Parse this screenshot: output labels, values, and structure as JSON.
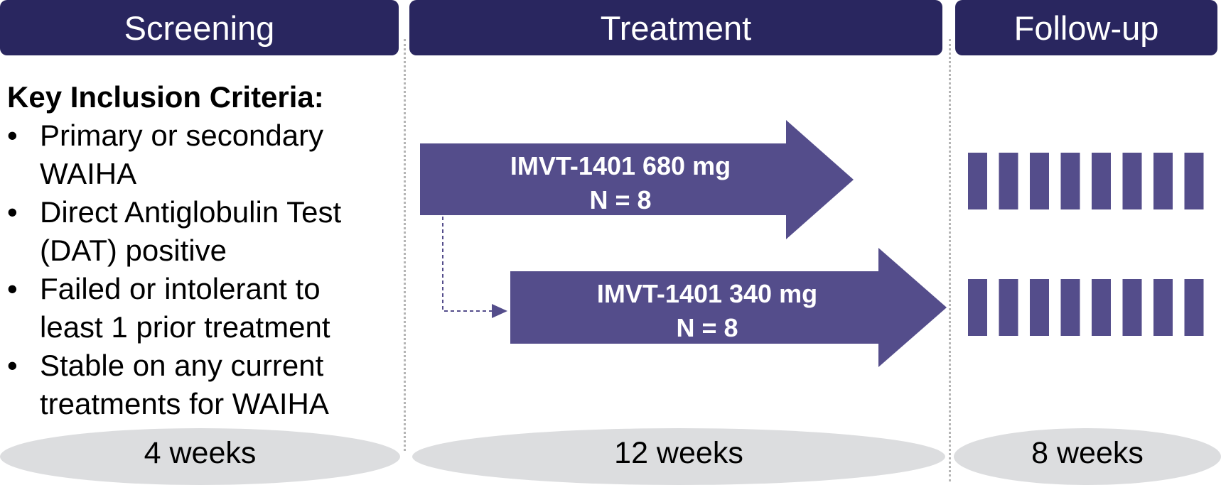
{
  "headers": {
    "screening": "Screening",
    "treatment": "Treatment",
    "followup": "Follow-up"
  },
  "criteria": {
    "title": "Key Inclusion Criteria:",
    "bullet": "•",
    "items": [
      [
        "Primary or secondary",
        "WAIHA"
      ],
      [
        "Direct Antiglobulin Test",
        "(DAT) positive"
      ],
      [
        "Failed or intolerant to",
        "least 1 prior treatment"
      ],
      [
        "Stable on any current",
        "treatments for WAIHA"
      ]
    ]
  },
  "arms": [
    {
      "drug": "IMVT-1401 680 mg",
      "n": "N = 8"
    },
    {
      "drug": "IMVT-1401 340 mg",
      "n": "N = 8"
    }
  ],
  "followup_visits_per_arm": 8,
  "durations": {
    "screening": "4 weeks",
    "treatment": "12 weeks",
    "followup": "8 weeks"
  },
  "colors": {
    "header": "#29265f",
    "arrow": "#544d8b",
    "duration_bg": "#dcdddf",
    "divider": "#b5b5b5"
  }
}
